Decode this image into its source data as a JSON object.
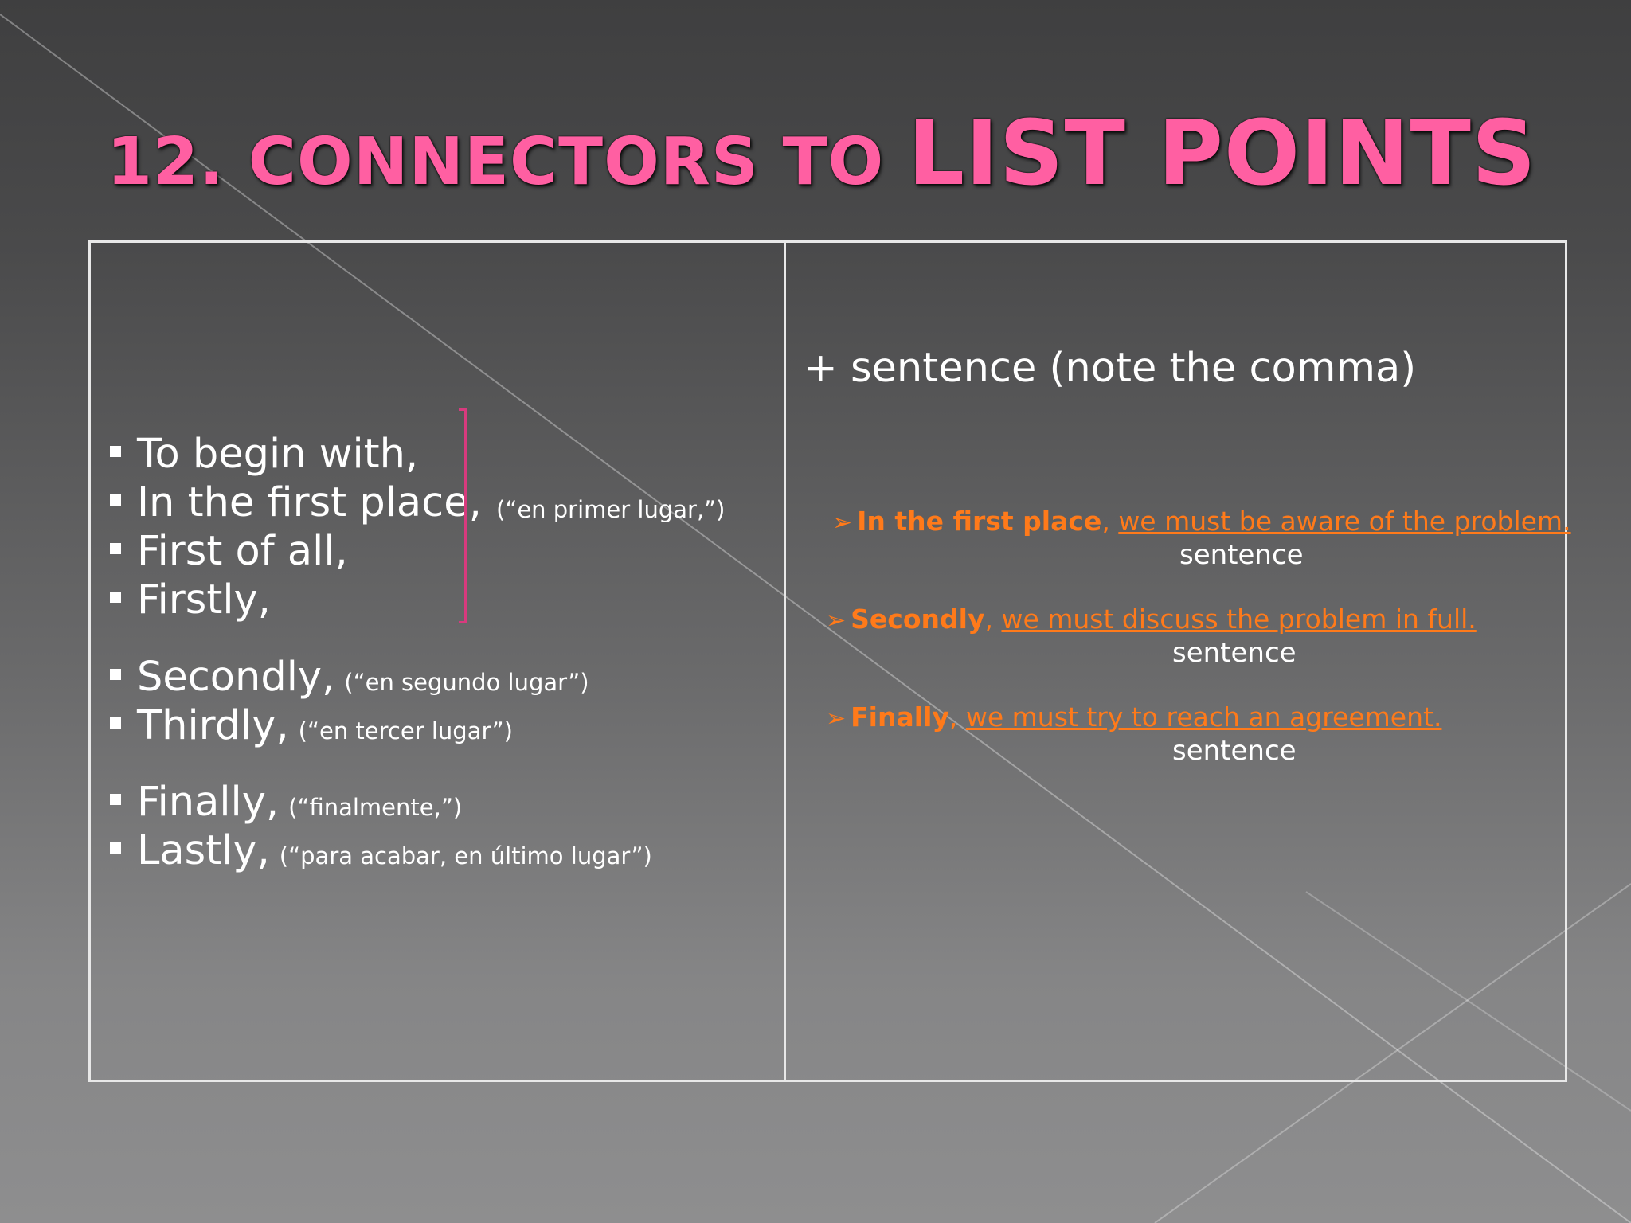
{
  "title": {
    "part1": "12. CONNECTORS TO ",
    "part2": "LIST POINTS"
  },
  "left": {
    "group1": [
      "To begin with,",
      "In the first place,",
      "First of all,",
      "Firstly,"
    ],
    "group1_note": "(“en primer lugar,”)",
    "secondly": {
      "label": "Secondly,",
      "note": "(“en segundo lugar”)"
    },
    "thirdly": {
      "label": "Thirdly,",
      "note": "(“en tercer lugar”)"
    },
    "finally": {
      "label": "Finally,",
      "note": "(“finalmente,”)"
    },
    "lastly": {
      "label": "Lastly,",
      "note": "(“para acabar, en último lugar”)"
    }
  },
  "right": {
    "heading": "+ sentence (note the comma)",
    "arrow": "➢",
    "examples": [
      {
        "connector": "In the first place",
        "comma": ", ",
        "sentence": "we must be aware of the problem.",
        "caption": "sentence"
      },
      {
        "connector": "Secondly",
        "comma": ", ",
        "sentence": "we must discuss the problem in full.",
        "caption": "sentence"
      },
      {
        "connector": "Finally",
        "comma": ", ",
        "sentence": "we must try to reach an agreement.",
        "caption": "sentence"
      }
    ]
  },
  "colors": {
    "title": "#ff5fa2",
    "bracket": "#d83a7e",
    "example": "#ff7a1a"
  }
}
